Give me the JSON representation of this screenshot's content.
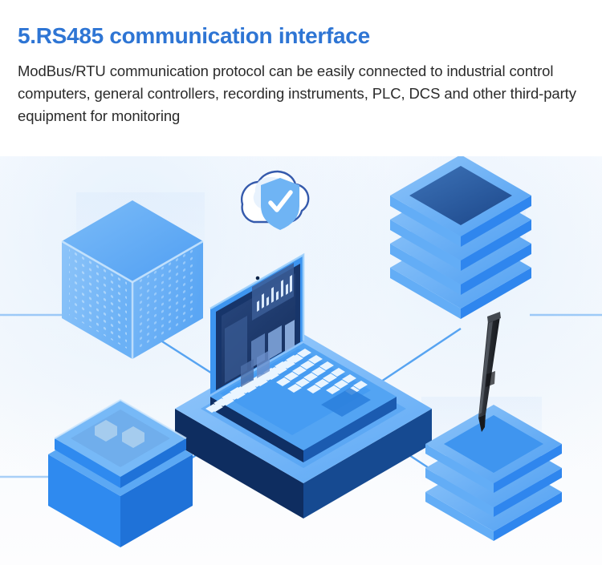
{
  "section": {
    "heading": "5.RS485 communication interface",
    "body": "ModBus/RTU communication protocol can be easily connected to industrial control computers, general controllers, recording instruments, PLC, DCS and other third-party equipment for monitoring"
  },
  "colors": {
    "heading_blue": "#2e75d4",
    "body_text": "#2b2b2b",
    "background": "#ffffff",
    "illustration_bg": "#f8fbfd",
    "accent_light_blue": "#74b6f7",
    "accent_blue": "#3d97f5",
    "accent_mid_blue": "#1f7ae0",
    "accent_deep_navy": "#123a78",
    "accent_dark_navy": "#0d2b5c",
    "connector_line": "#4a9cf0",
    "shield_blue": "#6fb4f4",
    "stylus_dark": "#2d3238"
  },
  "illustration": {
    "title": "isometric-network-diagram",
    "center_node": {
      "name": "laptop-workstation",
      "label": "laptop on platform",
      "screen_contents": "dashboard with bar chart and card tiles"
    },
    "nodes": [
      {
        "id": "cloud-shield",
        "name": "cloud-security-shield",
        "label": "secure cloud",
        "position": "top-center"
      },
      {
        "id": "server-cube",
        "name": "perforated-server-cube",
        "label": "data cube",
        "position": "left"
      },
      {
        "id": "layer-stack-top-right",
        "name": "layered-disk-stack",
        "label": "database layers",
        "position": "top-right"
      },
      {
        "id": "stylus-stack",
        "name": "stylus-on-layer-stack",
        "label": "input device layers",
        "position": "bottom-right"
      },
      {
        "id": "hex-box",
        "name": "hexagon-container-box",
        "label": "module box",
        "position": "bottom-left"
      }
    ],
    "connectors": [
      {
        "from": "laptop-workstation",
        "to": "server-cube"
      },
      {
        "from": "laptop-workstation",
        "to": "layer-stack-top-right"
      },
      {
        "from": "laptop-workstation",
        "to": "stylus-stack"
      },
      {
        "from": "laptop-workstation",
        "to": "hex-box"
      }
    ]
  }
}
